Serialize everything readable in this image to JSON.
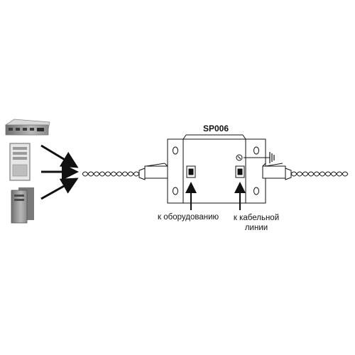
{
  "device": {
    "model": "SP006"
  },
  "labels": {
    "to_equipment": "к оборудованию",
    "to_cable_line_1": "к кабельной",
    "to_cable_line_2": "линии"
  },
  "icons": [
    "network-switch-icon",
    "server-tower-icon",
    "pc-tower-icon"
  ],
  "colors": {
    "line": "#111111",
    "device_fill": "#ffffff",
    "equipment_gray": "#9a9a9a"
  }
}
